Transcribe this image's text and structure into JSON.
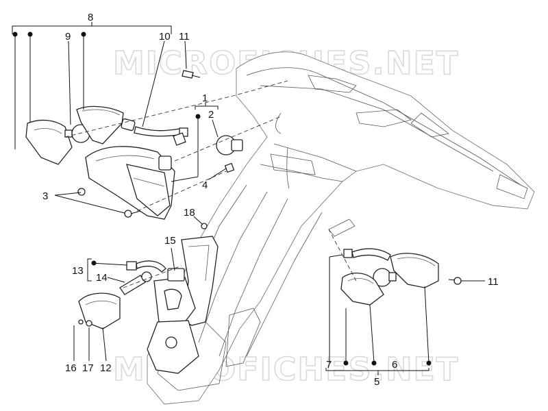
{
  "diagram": {
    "watermark": "MICROFICHES.NET",
    "colors": {
      "line": "#222222",
      "watermark": "#d9d9d9",
      "background": "#ffffff"
    },
    "callouts": {
      "c1": "1",
      "c2": "2",
      "c3": "3",
      "c4": "4",
      "c5": "5",
      "c6": "6",
      "c7": "7",
      "c8": "8",
      "c9": "9",
      "c10": "10",
      "c11a": "11",
      "c11b": "11",
      "c12": "12",
      "c13": "13",
      "c14": "14",
      "c15": "15",
      "c16": "16",
      "c17": "17",
      "c18": "18"
    }
  }
}
